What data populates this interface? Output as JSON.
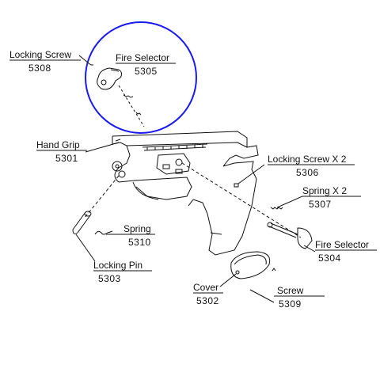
{
  "parts": [
    {
      "id": "locking-screw-5308",
      "name": "Locking Screw",
      "number": "5308"
    },
    {
      "id": "fire-selector-5305",
      "name": "Fire Selector",
      "number": "5305"
    },
    {
      "id": "hand-grip-5301",
      "name": "Hand Grip",
      "number": "5301"
    },
    {
      "id": "locking-screw-5306",
      "name": "Locking Screw X 2",
      "number": "5306"
    },
    {
      "id": "spring-5307",
      "name": "Spring X 2",
      "number": "5307"
    },
    {
      "id": "spring-5310",
      "name": "Spring",
      "number": "5310"
    },
    {
      "id": "fire-selector-5304",
      "name": "Fire Selector",
      "number": "5304"
    },
    {
      "id": "locking-pin-5303",
      "name": "Locking Pin",
      "number": "5303"
    },
    {
      "id": "cover-5302",
      "name": "Cover",
      "number": "5302"
    },
    {
      "id": "screw-5309",
      "name": "Screw",
      "number": "5309"
    }
  ],
  "colors": {
    "highlight_circle": "#1a1aee",
    "line": "#111111"
  }
}
